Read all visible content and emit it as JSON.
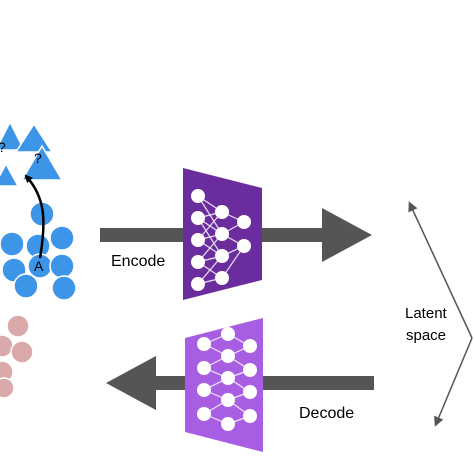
{
  "labels": {
    "encode": "Encode",
    "decode": "Decode",
    "latent_line1": "Latent",
    "latent_line2": "space",
    "point_a": "A",
    "unknown_1": "?",
    "unknown_2": "?"
  },
  "colors": {
    "blue": "#3d95e8",
    "blue_stroke": "#ffffff",
    "pink": "#d9aaa9",
    "arrow": "#555555",
    "encoder": "#6b2d9e",
    "decoder": "#a85ee3",
    "node": "#ffffff",
    "edge": "#ffffff",
    "black": "#000000"
  },
  "icons": {
    "encoder": "neural-network-icon",
    "decoder": "neural-network-icon"
  }
}
